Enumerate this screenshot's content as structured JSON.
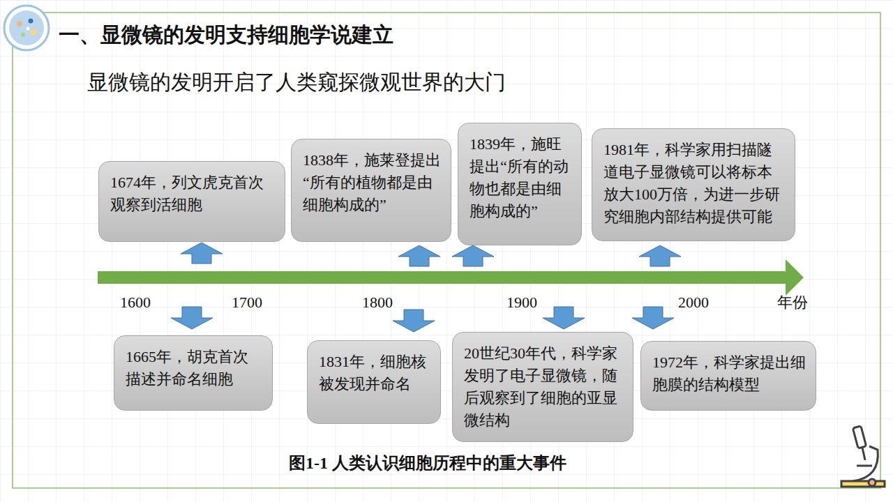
{
  "diagram": {
    "title": "一、显微镜的发明支持细胞学说建立",
    "caption": "图1-1 人类认识细胞历程中的重大事件",
    "nodes": [
      {
        "text": [
          "1674年，列文虎克首次观察到活细胞"
        ]
      },
      {
        "text": [
          "1838年，施莱登提出“所有的植物都是由细胞构成的”"
        ]
      },
      {
        "text": [
          "1839年，施旺提出“所有的动物也都是由细胞构成的”"
        ]
      },
      {
        "text": [
          "1981年，科学家用扫描隧道电子显微镜可以将标本放大100万倍，为进一步研究细胞内部结构提供可能"
        ]
      },
      {
        "text": [
          "1665年，胡克首次描述并命名细胞"
        ]
      },
      {
        "text": [
          "1831年，细胞核被发现并命名"
        ]
      },
      {
        "text": [
          "20世纪30年代，科学家发明了电子显微镜，随后观察到了细胞的亚显微结构"
        ]
      },
      {
        "text": [
          "1972年，科学家提出细胞膜的结构模型"
        ]
      }
    ],
    "labels": [
      "显微镜的发明开启了人类窥探微观世界的大门",
      "1600",
      "1700",
      "1800",
      "1900",
      "2000",
      "年份"
    ]
  }
}
